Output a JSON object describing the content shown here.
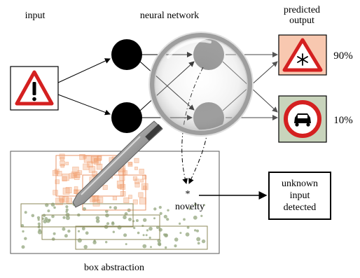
{
  "labels": {
    "input": "input",
    "neural_network": "neural network",
    "predicted_output_line1": "predicted",
    "predicted_output_line2": "output",
    "box_abstraction": "box abstraction",
    "novelty": "novelty",
    "novelty_marker": "*",
    "unknown_line1": "unknown",
    "unknown_line2": "input",
    "unknown_line3": "detected"
  },
  "outputs": [
    {
      "sign": "snow-warning-sign-icon",
      "probability": "90%"
    },
    {
      "sign": "no-cars-sign-icon",
      "probability": "10%"
    }
  ],
  "input_sign": "warning-exclamation-sign-icon",
  "colors": {
    "hidden_node_1": "#000000",
    "hidden_node_2": "#7f7f7f",
    "sign_red": "#d42020",
    "output_1_background": "#f8c8b0",
    "output_2_background": "#c8d4bc",
    "orange_cluster": "#f2a070",
    "green_cluster": "#93a57e",
    "magnifier_lens": "#dcdcdc"
  }
}
